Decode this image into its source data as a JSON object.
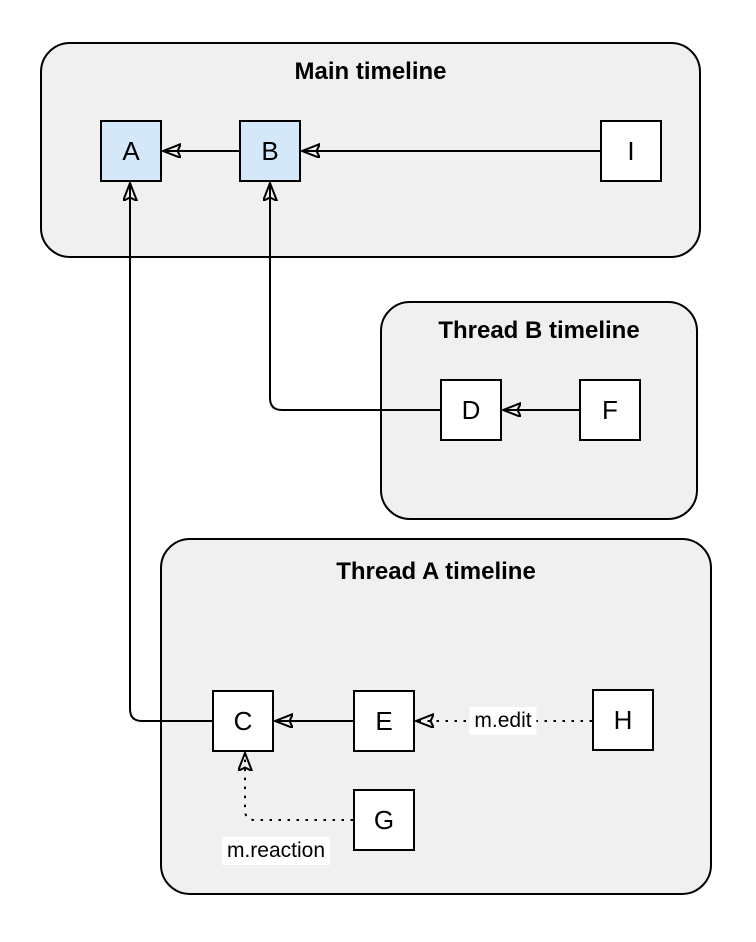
{
  "containers": {
    "main": {
      "title": "Main timeline"
    },
    "thread_b": {
      "title": "Thread B timeline"
    },
    "thread_a": {
      "title": "Thread A timeline"
    }
  },
  "nodes": {
    "a": "A",
    "b": "B",
    "i": "I",
    "d": "D",
    "f": "F",
    "c": "C",
    "e": "E",
    "h": "H",
    "g": "G"
  },
  "edge_labels": {
    "edit": "m.edit",
    "reaction": "m.reaction"
  },
  "colors": {
    "container_fill": "#f0f0f0",
    "highlight_node_fill": "#d5e8fa",
    "default_node_fill": "#ffffff",
    "stroke": "#000000"
  }
}
